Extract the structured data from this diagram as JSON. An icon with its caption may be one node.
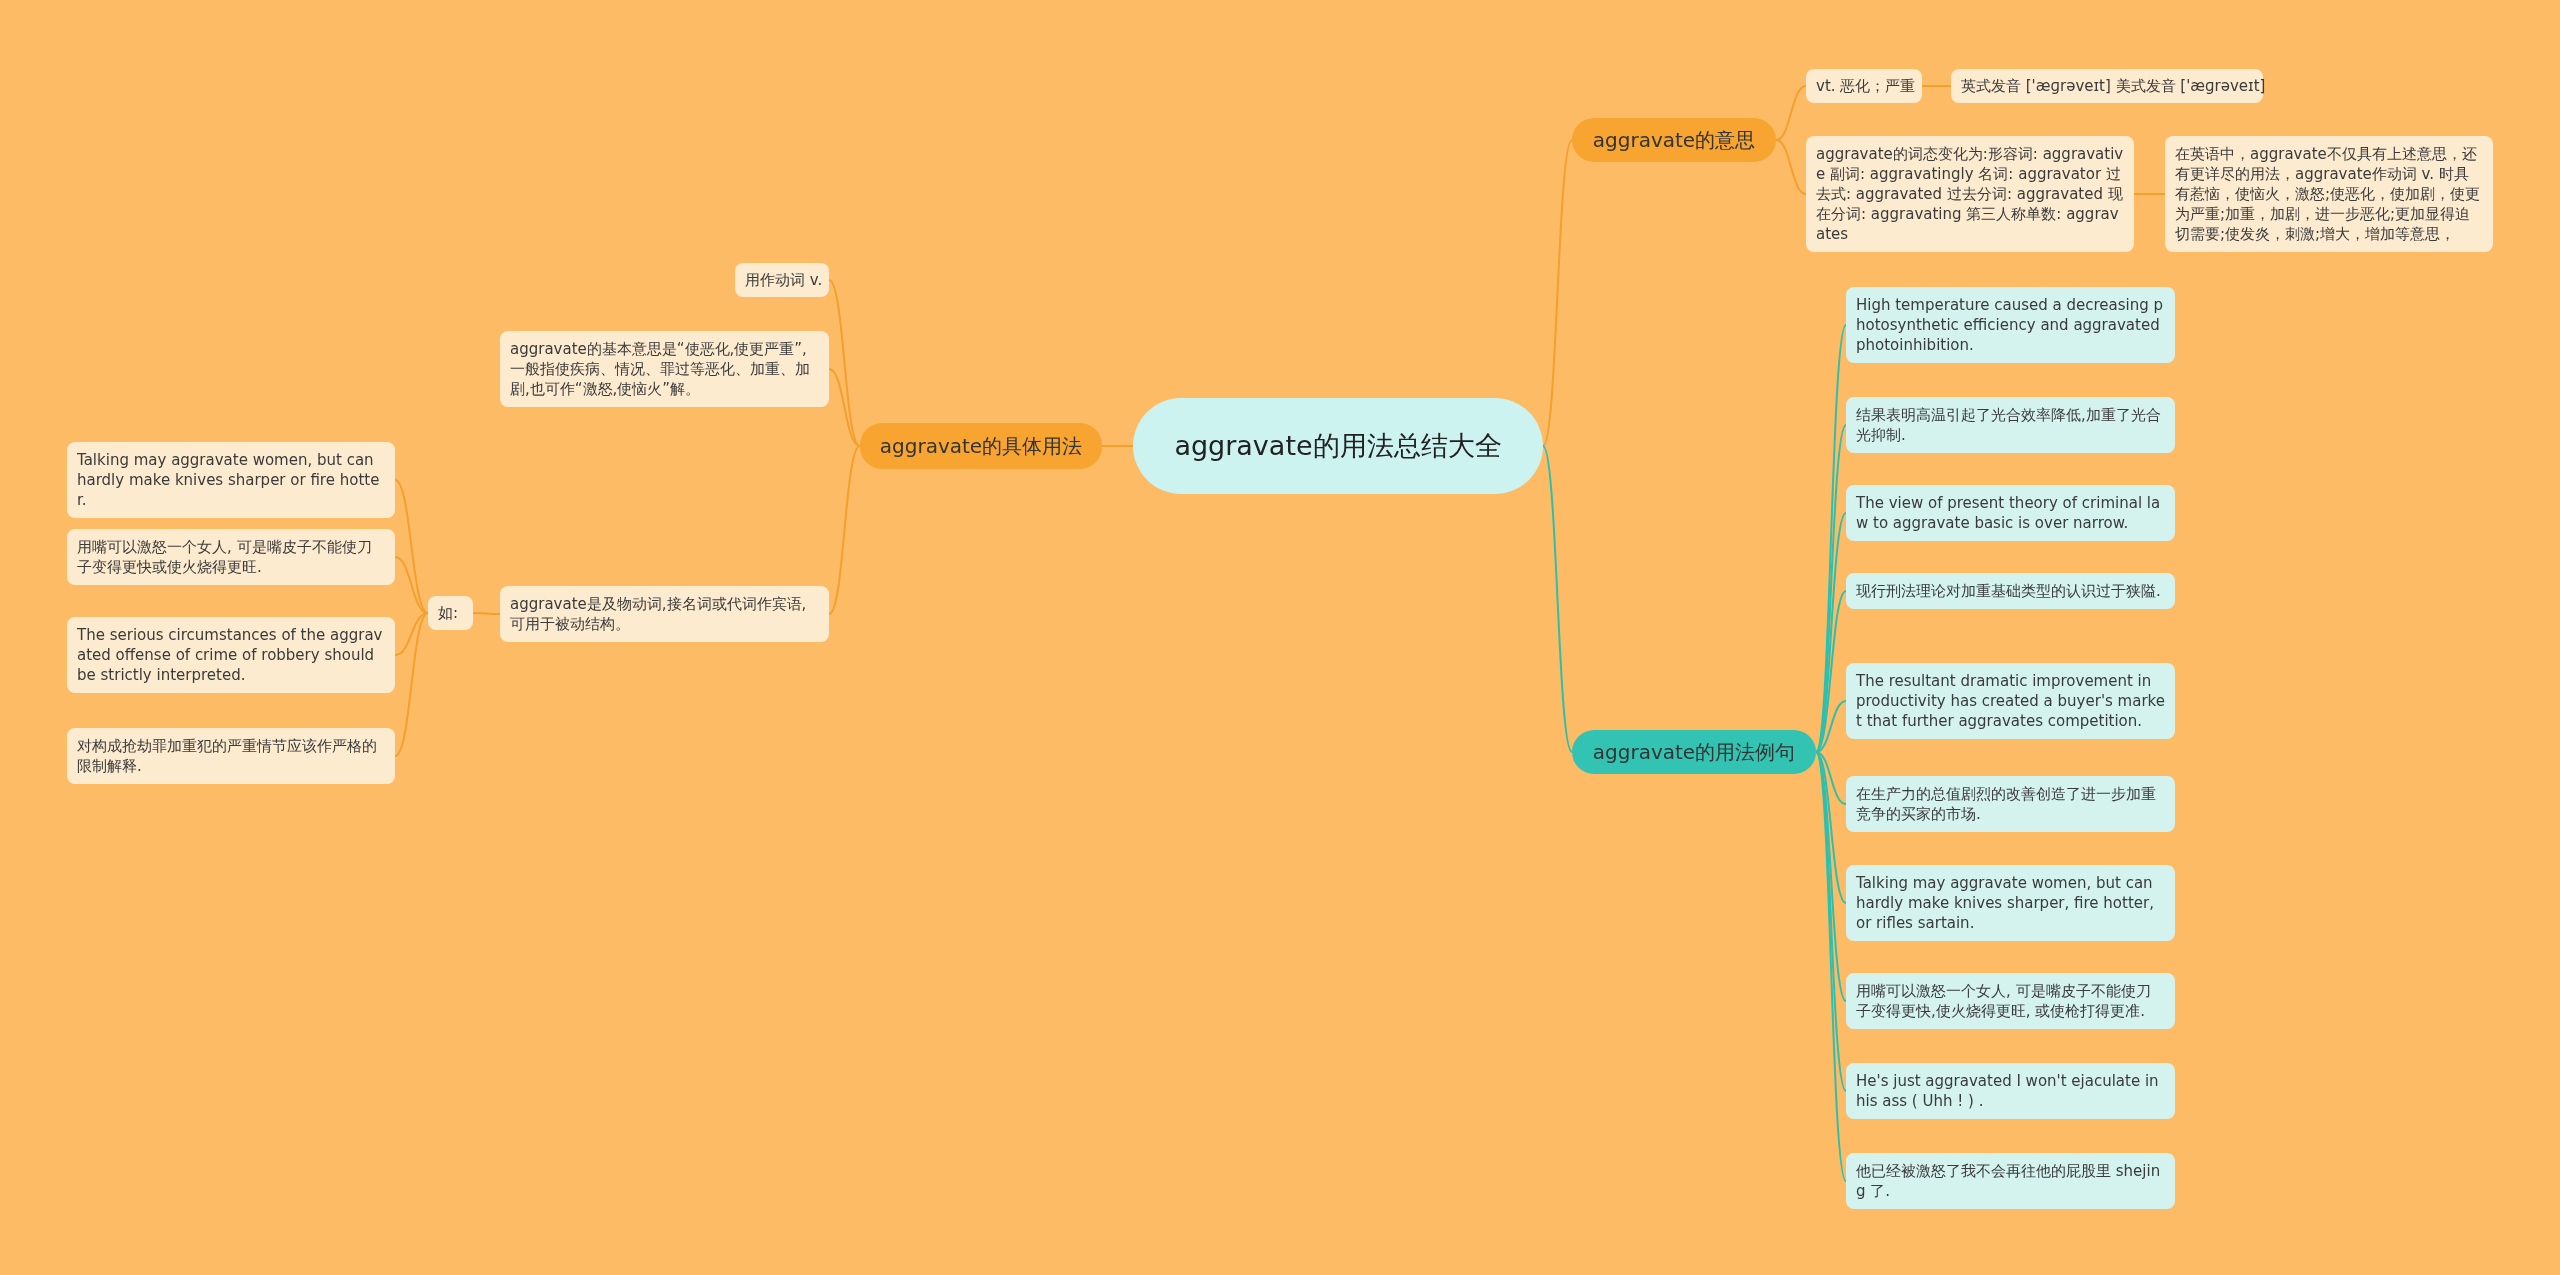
{
  "diagram": {
    "nodes": [
      {
        "text": [
          "aggravate的用法总结大全"
        ]
      },
      {
        "text": [
          "aggravate的意思"
        ]
      },
      {
        "text": [
          "vt. 恶化；严重"
        ]
      },
      {
        "text": [
          "英式发音 ['æɡrəveɪt] 美式发音 ['æɡrəveɪt]"
        ]
      },
      {
        "text": [
          "aggravate的词态变化为:形容词: aggravative 副词: aggravatingly 名词: aggravator 过去式: aggravated 过去分词: aggravated 现在分词: aggravating 第三人称单数: aggravates"
        ]
      },
      {
        "text": [
          "在英语中，aggravate不仅具有上述意思，还有更详尽的用法，aggravate作动词 v. 时具有惹恼，使恼火，激怒;使恶化，使加剧，使更为严重;加重，加剧，进一步恶化;更加显得迫切需要;使发炎，刺激;增大，增加等意思，"
        ]
      },
      {
        "text": [
          "aggravate的具体用法"
        ]
      },
      {
        "text": [
          "用作动词 v."
        ]
      },
      {
        "text": [
          "aggravate的基本意思是“使恶化,使更严重”,一般指使疾病、情况、罪过等恶化、加重、加剧,也可作“激怒,使恼火”解。"
        ]
      },
      {
        "text": [
          "aggravate是及物动词,接名词或代词作宾语,可用于被动结构。"
        ]
      },
      {
        "text": [
          "如:"
        ]
      },
      {
        "text": [
          "Talking may aggravate women, but can hardly make knives sharper or fire hotter."
        ]
      },
      {
        "text": [
          "用嘴可以激怒一个女人, 可是嘴皮子不能使刀子变得更快或使火烧得更旺."
        ]
      },
      {
        "text": [
          "The serious circumstances of the aggravated offense of crime of robbery should be strictly interpreted."
        ]
      },
      {
        "text": [
          "对构成抢劫罪加重犯的严重情节应该作严格的限制解释."
        ]
      },
      {
        "text": [
          "aggravate的用法例句"
        ]
      },
      {
        "text": [
          "High temperature caused a decreasing photosynthetic efficiency and aggravated photoinhibition."
        ]
      },
      {
        "text": [
          "结果表明高温引起了光合效率降低,加重了光合光抑制."
        ]
      },
      {
        "text": [
          "The view of present theory of criminal law to aggravate basic is over narrow."
        ]
      },
      {
        "text": [
          "现行刑法理论对加重基础类型的认识过于狭隘."
        ]
      },
      {
        "text": [
          "The resultant dramatic improvement in productivity has created a buyer's market that further aggravates competition."
        ]
      },
      {
        "text": [
          "在生产力的总值剧烈的改善创造了进一步加重竞争的买家的市场."
        ]
      },
      {
        "text": [
          "Talking may aggravate women, but can hardly make knives sharper, fire hotter, or rifles sartain."
        ]
      },
      {
        "text": [
          "用嘴可以激怒一个女人, 可是嘴皮子不能使刀子变得更快,使火烧得更旺, 或使枪打得更准."
        ]
      },
      {
        "text": [
          "He's just aggravated I won't ejaculate in his ass ( Uhh ! ) ."
        ]
      },
      {
        "text": [
          "他已经被激怒了我不会再往他的屁股里 shejing 了."
        ]
      }
    ],
    "edges": [
      {
        "from": 0,
        "to": 1,
        "arrow": "none"
      },
      {
        "from": 1,
        "to": 2,
        "arrow": "none"
      },
      {
        "from": 2,
        "to": 3,
        "arrow": "none"
      },
      {
        "from": 1,
        "to": 4,
        "arrow": "none"
      },
      {
        "from": 4,
        "to": 5,
        "arrow": "none"
      },
      {
        "from": 0,
        "to": 6,
        "arrow": "none"
      },
      {
        "from": 6,
        "to": 7,
        "arrow": "none"
      },
      {
        "from": 6,
        "to": 8,
        "arrow": "none"
      },
      {
        "from": 6,
        "to": 9,
        "arrow": "none"
      },
      {
        "from": 9,
        "to": 10,
        "arrow": "none"
      },
      {
        "from": 10,
        "to": 11,
        "arrow": "none"
      },
      {
        "from": 10,
        "to": 12,
        "arrow": "none"
      },
      {
        "from": 10,
        "to": 13,
        "arrow": "none"
      },
      {
        "from": 10,
        "to": 14,
        "arrow": "none"
      },
      {
        "from": 0,
        "to": 15,
        "arrow": "none",
        "color": "#2fbfad"
      },
      {
        "from": 15,
        "to": 16,
        "arrow": "none",
        "color": "#2fbfad"
      },
      {
        "from": 15,
        "to": 17,
        "arrow": "none",
        "color": "#2fbfad"
      },
      {
        "from": 15,
        "to": 18,
        "arrow": "none",
        "color": "#2fbfad"
      },
      {
        "from": 15,
        "to": 19,
        "arrow": "none",
        "color": "#2fbfad"
      },
      {
        "from": 15,
        "to": 20,
        "arrow": "none",
        "color": "#2fbfad"
      },
      {
        "from": 15,
        "to": 21,
        "arrow": "none",
        "color": "#2fbfad"
      },
      {
        "from": 15,
        "to": 22,
        "arrow": "none",
        "color": "#2fbfad"
      },
      {
        "from": 15,
        "to": 23,
        "arrow": "none",
        "color": "#2fbfad"
      },
      {
        "from": 15,
        "to": 24,
        "arrow": "none",
        "color": "#2fbfad"
      },
      {
        "from": 15,
        "to": 25,
        "arrow": "none",
        "color": "#2fbfad"
      }
    ]
  }
}
